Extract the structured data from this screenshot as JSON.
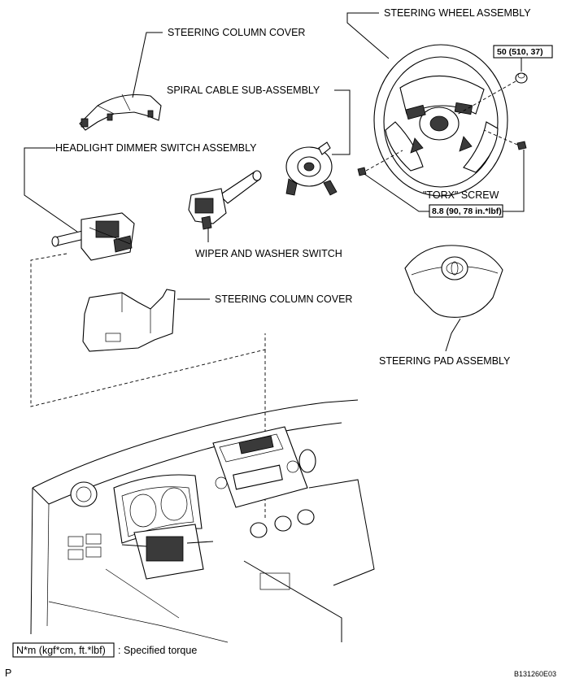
{
  "labels": {
    "steering_wheel_assembly": "STEERING WHEEL ASSEMBLY",
    "steering_column_cover_upper": "STEERING COLUMN COVER",
    "spiral_cable": "SPIRAL CABLE SUB-ASSEMBLY",
    "headlight_switch": "HEADLIGHT DIMMER SWITCH ASSEMBLY",
    "torx_screw": "\"TORX\" SCREW",
    "wiper_switch": "WIPER AND WASHER SWITCH",
    "steering_column_cover_lower": "STEERING COLUMN COVER",
    "steering_pad": "STEERING PAD ASSEMBLY"
  },
  "torques": {
    "nut": "50 (510, 37)",
    "torx_screw": "8.8 (90, 78 in.*lbf)"
  },
  "legend": {
    "unit_box": "N*m (kgf*cm, ft.*lbf)",
    "description": ": Specified torque"
  },
  "footer": {
    "left_code": "P",
    "figure_id": "B131260E03"
  }
}
